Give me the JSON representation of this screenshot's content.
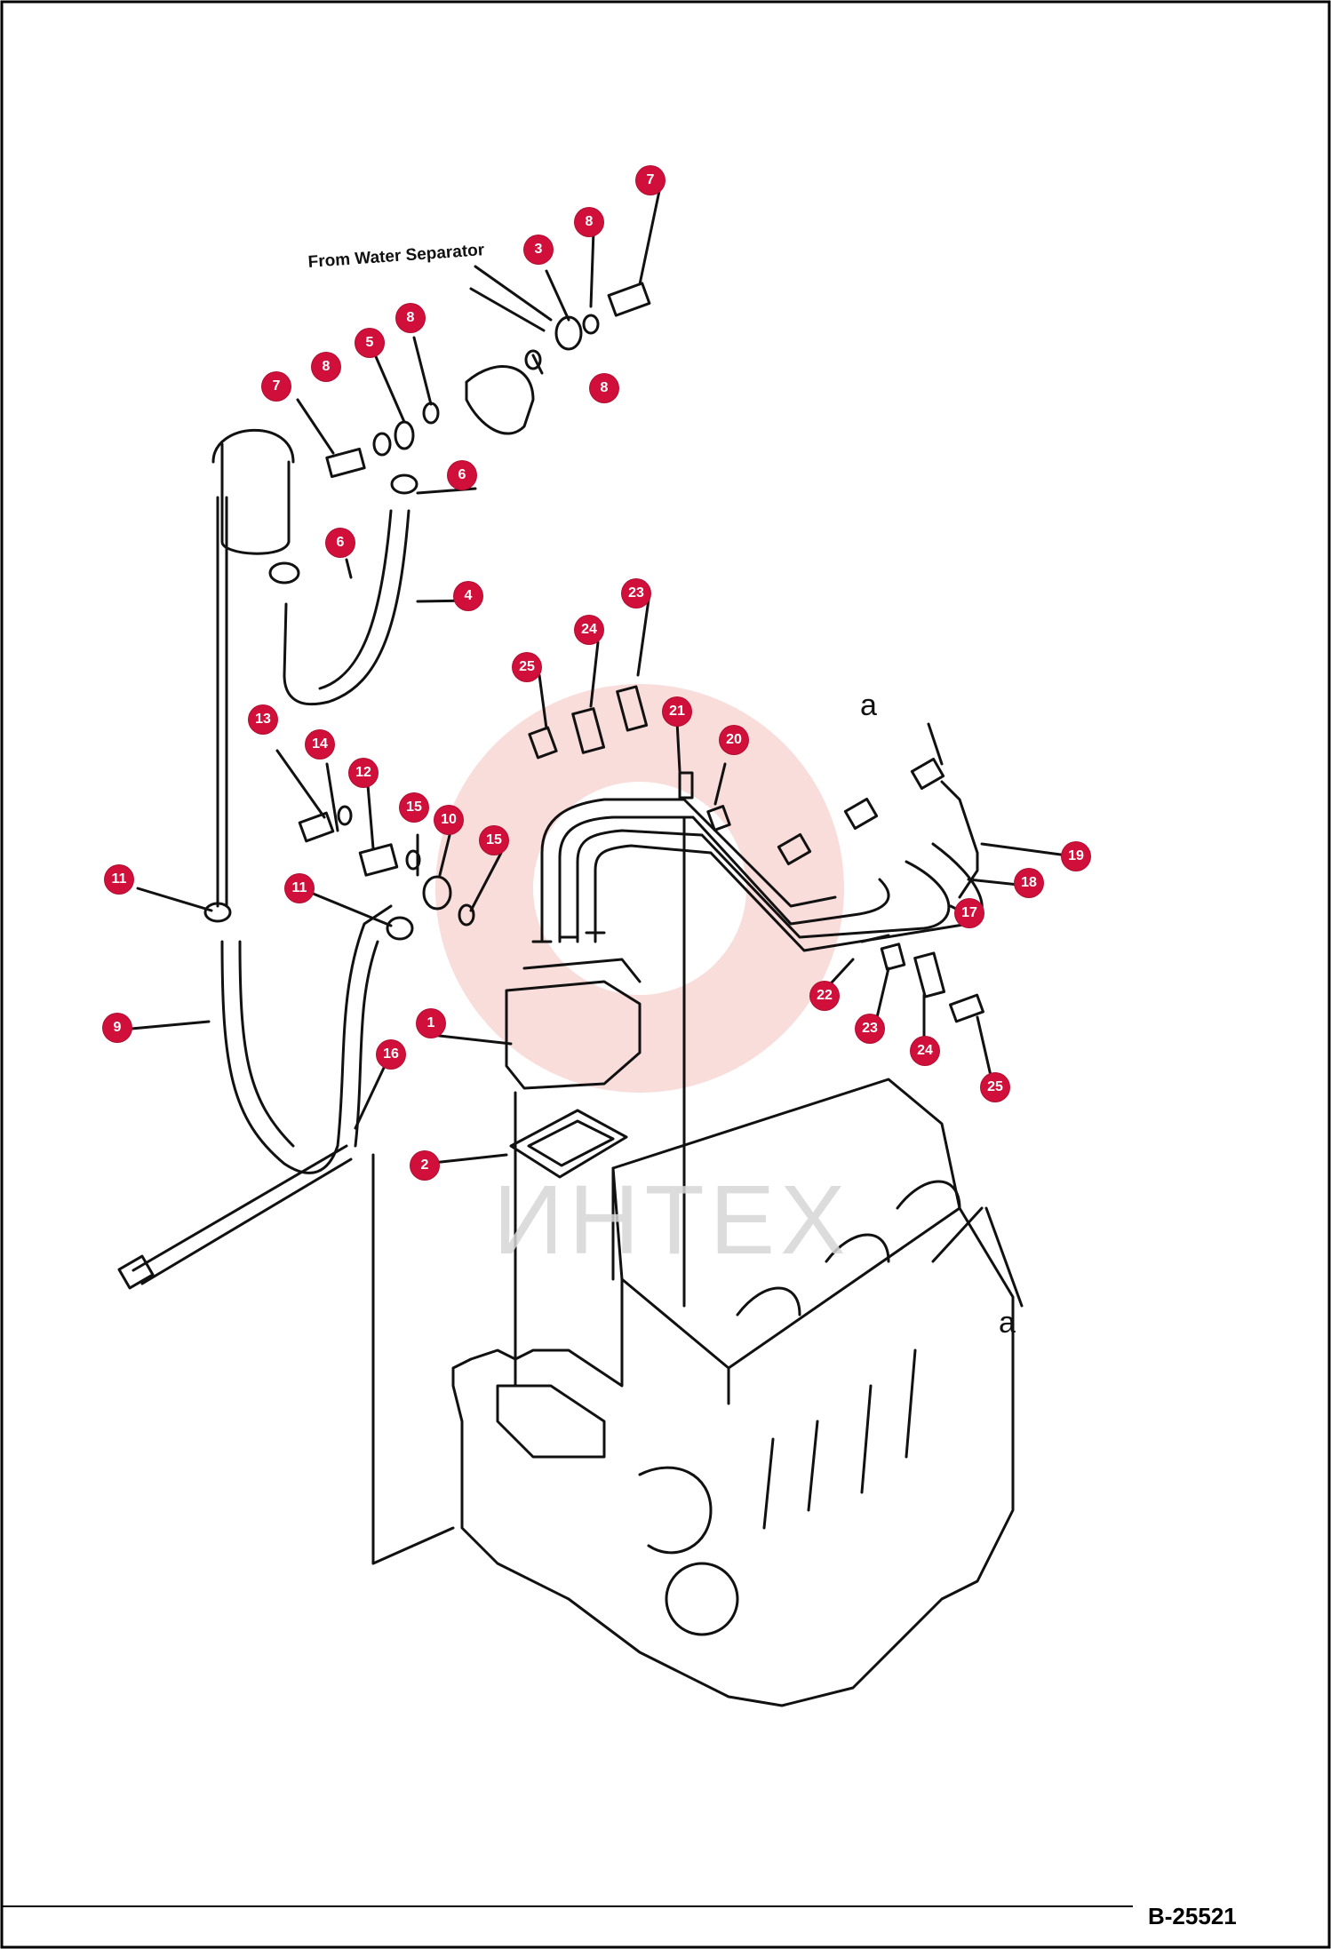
{
  "diagram": {
    "caption": "From Water Separator",
    "drawing_code": "B-25521",
    "watermark_text": "ИНТЕХ",
    "reference_letters": [
      "a",
      "a"
    ],
    "callouts": [
      {
        "id": "callout-7-top",
        "label": "7"
      },
      {
        "id": "callout-8-top",
        "label": "8"
      },
      {
        "id": "callout-3",
        "label": "3"
      },
      {
        "id": "callout-8-upper-mid",
        "label": "8"
      },
      {
        "id": "callout-5",
        "label": "5"
      },
      {
        "id": "callout-8-left",
        "label": "8"
      },
      {
        "id": "callout-7-left",
        "label": "7"
      },
      {
        "id": "callout-8-right",
        "label": "8"
      },
      {
        "id": "callout-6-upper",
        "label": "6"
      },
      {
        "id": "callout-6-lower",
        "label": "6"
      },
      {
        "id": "callout-4",
        "label": "4"
      },
      {
        "id": "callout-23-top",
        "label": "23"
      },
      {
        "id": "callout-24-top",
        "label": "24"
      },
      {
        "id": "callout-25-top",
        "label": "25"
      },
      {
        "id": "callout-21",
        "label": "21"
      },
      {
        "id": "callout-20",
        "label": "20"
      },
      {
        "id": "callout-13",
        "label": "13"
      },
      {
        "id": "callout-14",
        "label": "14"
      },
      {
        "id": "callout-12",
        "label": "12"
      },
      {
        "id": "callout-15-left",
        "label": "15"
      },
      {
        "id": "callout-10",
        "label": "10"
      },
      {
        "id": "callout-15-right",
        "label": "15"
      },
      {
        "id": "callout-11-left",
        "label": "11"
      },
      {
        "id": "callout-11-mid",
        "label": "11"
      },
      {
        "id": "callout-19",
        "label": "19"
      },
      {
        "id": "callout-18",
        "label": "18"
      },
      {
        "id": "callout-17",
        "label": "17"
      },
      {
        "id": "callout-22",
        "label": "22"
      },
      {
        "id": "callout-23-bottom",
        "label": "23"
      },
      {
        "id": "callout-24-bottom",
        "label": "24"
      },
      {
        "id": "callout-25-bottom",
        "label": "25"
      },
      {
        "id": "callout-9",
        "label": "9"
      },
      {
        "id": "callout-1",
        "label": "1"
      },
      {
        "id": "callout-16",
        "label": "16"
      },
      {
        "id": "callout-2",
        "label": "2"
      }
    ]
  }
}
